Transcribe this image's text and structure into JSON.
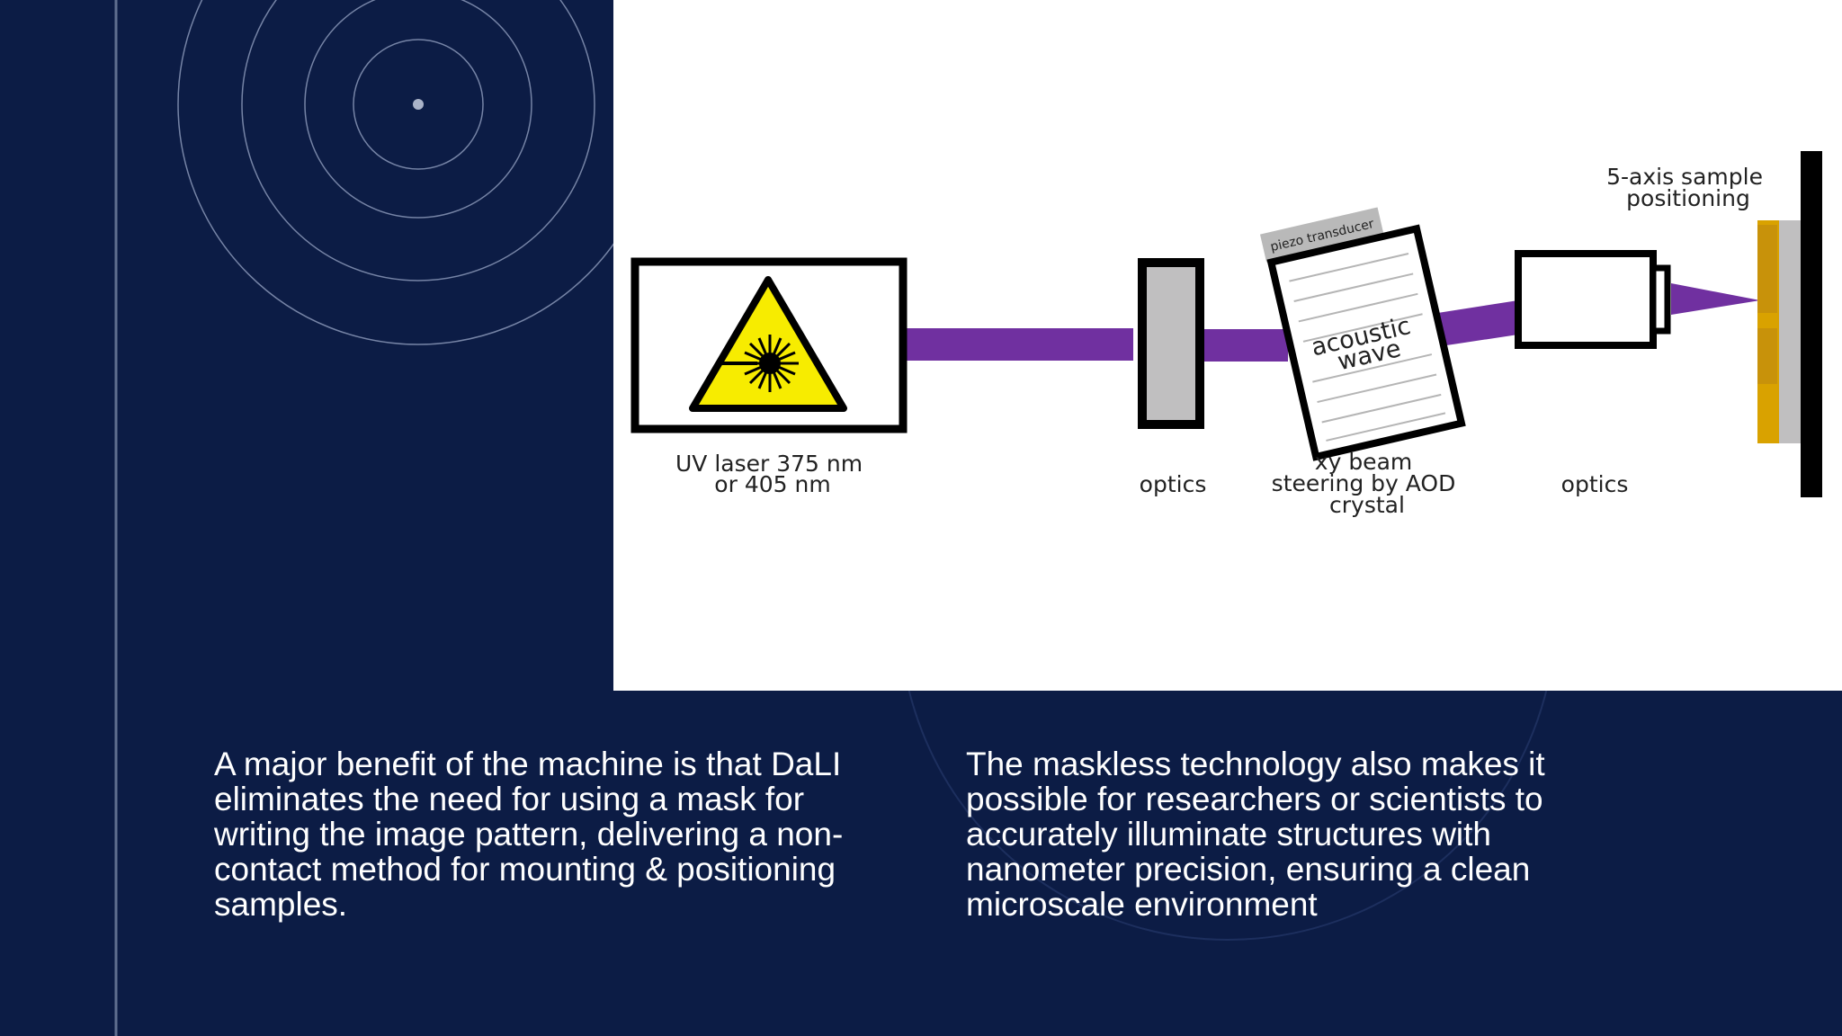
{
  "colors": {
    "background": "#0c1c45",
    "beam": "#7030a0",
    "laser_warning": "#f7ec00",
    "sample_gold": "#d9a200",
    "optics_gray": "#c0bfc0"
  },
  "diagram": {
    "laser_label": [
      "UV laser 375 nm",
      "or 405 nm"
    ],
    "optics1_label": "optics",
    "transducer_label": "piezo transducer",
    "aod_inner_label": [
      "acoustic",
      "wave"
    ],
    "aod_label": [
      "xy beam",
      "steering by AOD",
      "crystal"
    ],
    "optics2_label": "optics",
    "sample_label": [
      "5-axis sample",
      "positioning"
    ]
  },
  "text": {
    "left": "A major benefit of the machine is that DaLI eliminates the need for using a mask for writing the image pattern, delivering a non-contact method for mounting & positioning samples.",
    "right": "The maskless technology also makes it possible for researchers or scientists to accurately illuminate structures with nanometer precision, ensuring a clean microscale environment"
  }
}
